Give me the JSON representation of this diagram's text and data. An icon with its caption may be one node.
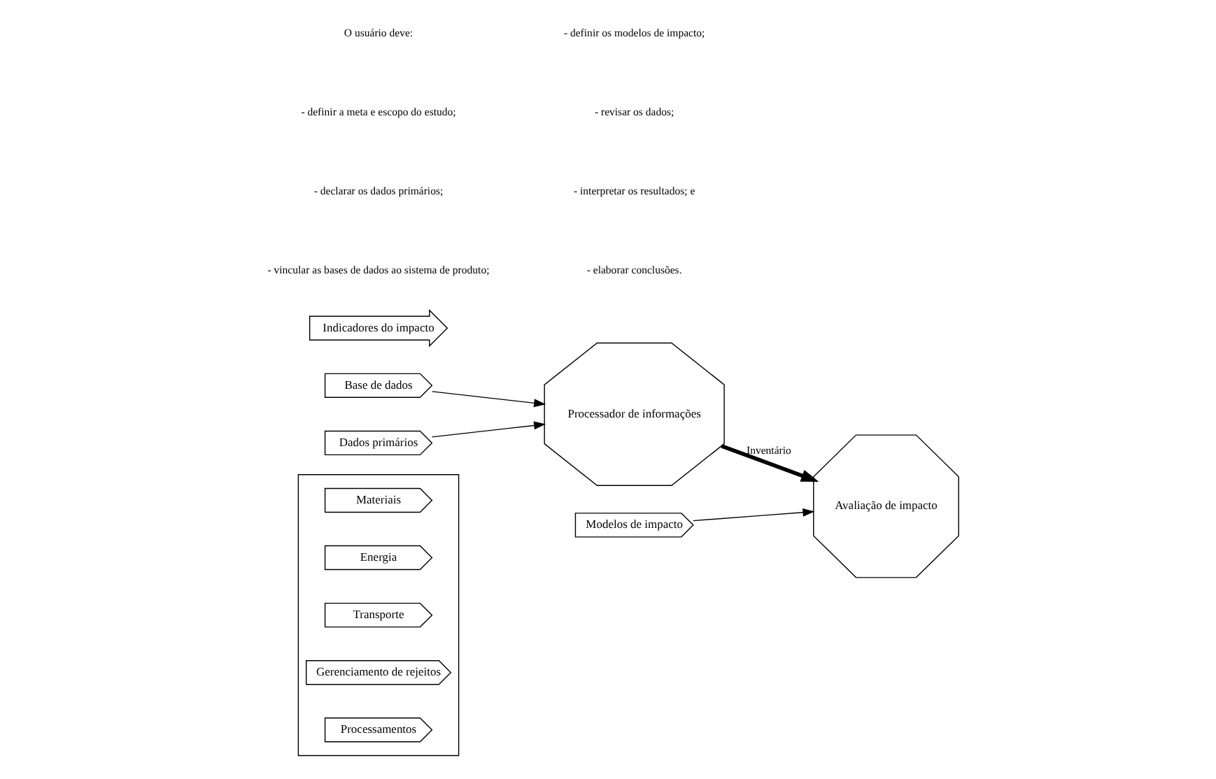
{
  "diagram": {
    "nodes": [
      {
        "text": [],
        "shape": "box"
      },
      {
        "text": [
          "Materiais"
        ],
        "in": 0
      },
      {
        "text": [
          "Energia"
        ],
        "in": 0
      },
      {
        "text": [
          "Transporte"
        ],
        "in": 0
      },
      {
        "text": [
          "Gerenciamento de rejeitos"
        ],
        "in": 0
      },
      {
        "text": [
          "Processamentos"
        ],
        "in": 0
      },
      {
        "text": [
          "Base de dados"
        ]
      },
      {
        "text": [
          "Processador de informações"
        ]
      },
      {
        "text": [
          "Dados primários"
        ]
      },
      {
        "text": [
          "Avaliação de impacto"
        ]
      },
      {
        "text": [
          "Modelos de impacto"
        ]
      },
      {
        "text": [
          "Indicadores do impacto"
        ]
      }
    ],
    "edges": [
      {
        "from": 6,
        "to": 7,
        "arrow": "to"
      },
      {
        "from": 8,
        "to": 7,
        "arrow": "to"
      },
      {
        "from": 7,
        "to": 9,
        "arrow": "to",
        "label": "Inventário",
        "style": "thick"
      },
      {
        "from": 10,
        "to": 9,
        "arrow": "to"
      }
    ],
    "labels": [
      "O usuário deve:",
      "- definir a meta e escopo do estudo;",
      "- declarar os dados primários;",
      "- vincular as bases de dados ao sistema de produto;",
      "- definir os modelos de impacto;",
      "- revisar os dados;",
      "- interpretar os resultados; e",
      "- elaborar conclusões."
    ]
  }
}
